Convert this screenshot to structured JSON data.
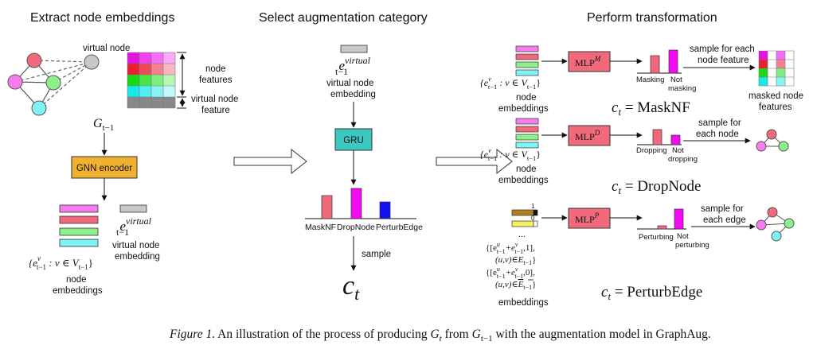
{
  "sections": {
    "left_title": "Extract node embeddings",
    "middle_title": "Select  augmentation category",
    "right_title": "Perform transformation"
  },
  "left": {
    "virtual_node_label": "virtual node",
    "node_features_line1": "node",
    "node_features_line2": "features",
    "virtual_feature_line1": "virtual node",
    "virtual_feature_line2": "feature",
    "graph_label": "G",
    "graph_sub": "t−1",
    "encoder_label": "GNN encoder",
    "set_label": "{e",
    "set_sup": "v",
    "set_sub": "t−1",
    "set_rest": " : v ∈ V",
    "set_rest_sub": "t−1",
    "set_close": "}",
    "node_emb_line1": "node",
    "node_emb_line2": "embeddings",
    "virt_e": "e",
    "virt_sup": "virtual",
    "virt_sub": "t−1",
    "virt_emb_line1": "virtual node",
    "virt_emb_line2": "embedding"
  },
  "middle": {
    "virt_e": "e",
    "virt_sup": "virtual",
    "virt_sub": "t−1",
    "virt_emb_line1": "virtual node",
    "virt_emb_line2": "embedding",
    "gru_label": "GRU",
    "bar_labels": [
      "MaskNF",
      "DropNode",
      "PerturbEdge"
    ],
    "sample_label": "sample",
    "ct_c": "c",
    "ct_sub": "t"
  },
  "right": {
    "row1": {
      "mlp_base": "MLP",
      "mlp_sup": "M",
      "sample_line1": "sample for each",
      "sample_line2": "node feature",
      "bar_label_1": "Masking",
      "bar_label_2a": "Not",
      "bar_label_2b": "masking",
      "result_line1": "masked node",
      "result_line2": "features",
      "set_text": "{e",
      "set_sup": "v",
      "set_sub": "t−1",
      "set_rest": " : v ∈ V",
      "set_rest_sub": "t−1",
      "set_close": "}",
      "emb_line1": "node",
      "emb_line2": "embeddings",
      "ct_lhs": "c",
      "ct_sub": "t",
      "ct_rhs": " = MaskNF"
    },
    "row2": {
      "mlp_base": "MLP",
      "mlp_sup": "D",
      "sample_line1": "sample for",
      "sample_line2": "each node",
      "bar_label_1": "Dropping",
      "bar_label_2a": "Not",
      "bar_label_2b": "dropping",
      "set_text": "{e",
      "set_sup": "v",
      "set_sub": "t−1",
      "set_rest": " : v ∈ V",
      "set_rest_sub": "t−1",
      "set_close": "}",
      "emb_line1": "node",
      "emb_line2": "embeddings",
      "ct_lhs": "c",
      "ct_sub": "t",
      "ct_rhs": " = DropNode"
    },
    "row3": {
      "mlp_base": "MLP",
      "mlp_sup": "P",
      "sample_line1": "sample for",
      "sample_line2": "each edge",
      "bar_label_1": "Perturbing",
      "bar_label_2a": "Not",
      "bar_label_2b": "perturbing",
      "label_one": "1",
      "label_zero": "0",
      "dots": "...",
      "set1_line1": "{[e",
      "set1_line1_u": "u",
      "set1_line1_sub": "t−1",
      "set1_line1_plus": "+e",
      "set1_line1_v": "v",
      "set1_line1_sub2": "t−1",
      "set1_line1_end": ",1],",
      "set1_line2": "(u,v)∈E",
      "set1_line2_sub": "t−1",
      "set1_line2_end": "}",
      "set2_line1": "{[e",
      "set2_line1_u": "u",
      "set2_line1_sub": "t−1",
      "set2_line1_plus": "+e",
      "set2_line1_v": "v",
      "set2_line1_sub2": "t−1",
      "set2_line1_end": ",0],",
      "set2_line2": "(u,v)∈",
      "set2_line2_e": "E",
      "set2_line2_sub": "t−1",
      "set2_line2_end": "}",
      "emb_label": "embeddings",
      "ct_lhs": "c",
      "ct_sub": "t",
      "ct_rhs": " = PerturbEdge"
    }
  },
  "caption": {
    "prefix": "Figure 1.",
    "text": " An illustration of the process of producing ",
    "g1": "G",
    "g1_sub": "t",
    "mid": " from ",
    "g2": "G",
    "g2_sub": "t−1",
    "end": " with the augmentation model in GraphAug."
  },
  "colors": {
    "pink": "#f77cf0",
    "red": "#f06a7c",
    "green": "#8ef08c",
    "cyan": "#7ff4f4",
    "gray": "#c8c8c8",
    "darkgray": "#888888",
    "magenta": "#f20af2",
    "blue": "#1010f0",
    "teal": "#3cc8c0",
    "orange": "#f0b030",
    "mlp": "#f06a7c",
    "yellow": "#f8f060",
    "brown": "#b08020"
  }
}
